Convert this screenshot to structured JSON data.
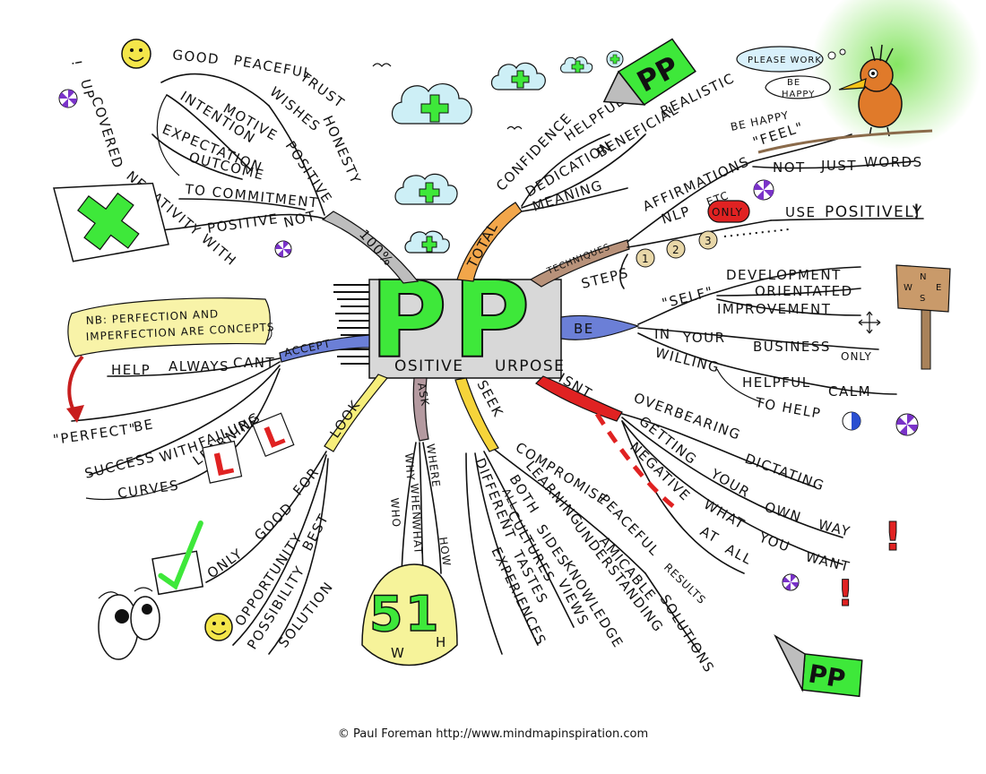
{
  "central": {
    "big_letters": "PP",
    "word_left": "OSITIVE",
    "word_right": "URPOSE"
  },
  "colors": {
    "green": "#3ee83a",
    "grey": "#bdbdbd",
    "orange": "#f2a64a",
    "brown": "#b8927a",
    "blue": "#6b7fd7",
    "red": "#e02222",
    "yellow": "#f6ee7a",
    "mauve": "#b49aa0",
    "purple": "#7a33c9",
    "cloud": "#cdeff6"
  },
  "branches": {
    "hundred": {
      "label": "100%",
      "words": {
        "good": "GOOD",
        "peaceful": "PEACEFUL",
        "trust": "TRUST",
        "honesty": "HONESTY",
        "wishes": "WISHES",
        "positive": "POSITIVE",
        "motive": "MOTIVE",
        "intention": "INTENTION",
        "expectation": "EXPECTATION",
        "outcome": "OUTCOME",
        "to_commitment": "TO COMMITMENT",
        "negativity": "NEGATIVITY WITH",
        "positive2": "POSITIVE",
        "not": "NOT",
        "covered": "COVERED",
        "up": "UP",
        "excl": "!"
      }
    },
    "total": {
      "label": "TOTAL",
      "words": {
        "confidence": "CONFIDENCE",
        "helpful": "HELPFUL",
        "dedication": "DEDICATION",
        "beneficial": "BENEFICIAL",
        "realistic": "REALISTIC",
        "meaning": "MEANING"
      }
    },
    "techniques": {
      "label": "TECHNIQUES",
      "words": {
        "affirmations": "AFFIRMATIONS",
        "feel": "\"FEEL\"",
        "be_happy": "BE HAPPY",
        "not": "NOT",
        "just": "JUST",
        "words": "WORDS",
        "nlp": "NLP",
        "etc": "ETC",
        "only": "ONLY",
        "use": "USE",
        "positively": "POSITIVELY",
        "excl": "!",
        "steps": "STEPS",
        "one": "1",
        "two": "2",
        "three": "3"
      }
    },
    "be": {
      "label": "BE",
      "words": {
        "self": "\"SELF\"",
        "development": "DEVELOPMENT",
        "orientated": "ORIENTATED",
        "improvement": "IMPROVEMENT",
        "in": "IN",
        "your": "YOUR",
        "business": "BUSINESS",
        "only": "ONLY",
        "willing": "WILLING",
        "helpful": "HELPFUL",
        "calm": "CALM",
        "to_help": "TO HELP"
      }
    },
    "isnt": {
      "label": "ISNT",
      "words": {
        "overbearing": "OVERBEARING",
        "dictating": "DICTATING",
        "getting": "GETTING",
        "your": "YOUR",
        "own": "OWN",
        "way": "WAY",
        "negative": "NEGATIVE",
        "what": "WHAT",
        "you": "YOU",
        "want": "WANT",
        "at": "AT",
        "all": "ALL"
      }
    },
    "seek": {
      "label": "SEEK",
      "words": {
        "compromise": "COMPROMISE",
        "peaceful": "PEACEFUL",
        "results": "RESULTS",
        "solutions": "SOLUTIONS",
        "amicable": "AMICABLE",
        "learning": "LEARNING",
        "understanding": "UNDERSTANDING",
        "both": "BOTH",
        "sides": "SIDES",
        "knowledge": "KNOWLEDGE",
        "all": "ALL",
        "cultures": "CULTURES",
        "views": "VIEWS",
        "different": "DIFFERENT",
        "tastes": "TASTES",
        "experiences": "EXPERIENCES"
      }
    },
    "ask": {
      "label": "ASK",
      "words": {
        "where": "WHERE",
        "why": "WHY",
        "when": "WHEN",
        "what": "WHAT",
        "who": "WHO",
        "how": "HOW",
        "five": "5",
        "one": "1",
        "w": "W",
        "h": "H"
      }
    },
    "look": {
      "label": "LOOK",
      "words": {
        "only": "ONLY",
        "good": "GOOD",
        "for": "FOR",
        "opportunity": "OPPORTUNITY",
        "best": "BEST",
        "possibility": "POSSIBILITY",
        "solution": "SOLUTION"
      }
    },
    "accept": {
      "label": "ACCEPT",
      "words": {
        "help": "HELP",
        "always": "ALWAYS",
        "cant": "CANT",
        "perfect": "\"PERFECT\"",
        "be": "BE",
        "success": "SUCCESS",
        "with": "WITH",
        "failure": "FAILURE",
        "learning": "LEARNING",
        "curves": "CURVES",
        "l": "L"
      }
    }
  },
  "notes": {
    "nb": "NB: PERFECTION AND",
    "nb2": "IMPERFECTION ARE CONCEPTS",
    "please_work": "PLEASE WORK",
    "be_happy1": "BE",
    "be_happy2": "HAPPY",
    "signpost_n": "N",
    "signpost_e": "E",
    "signpost_s": "S",
    "signpost_w": "W",
    "pp_tag": "PP",
    "pp_tag2": "PP",
    "excl": "!"
  },
  "credit": "© Paul Foreman http://www.mindmapinspiration.com"
}
